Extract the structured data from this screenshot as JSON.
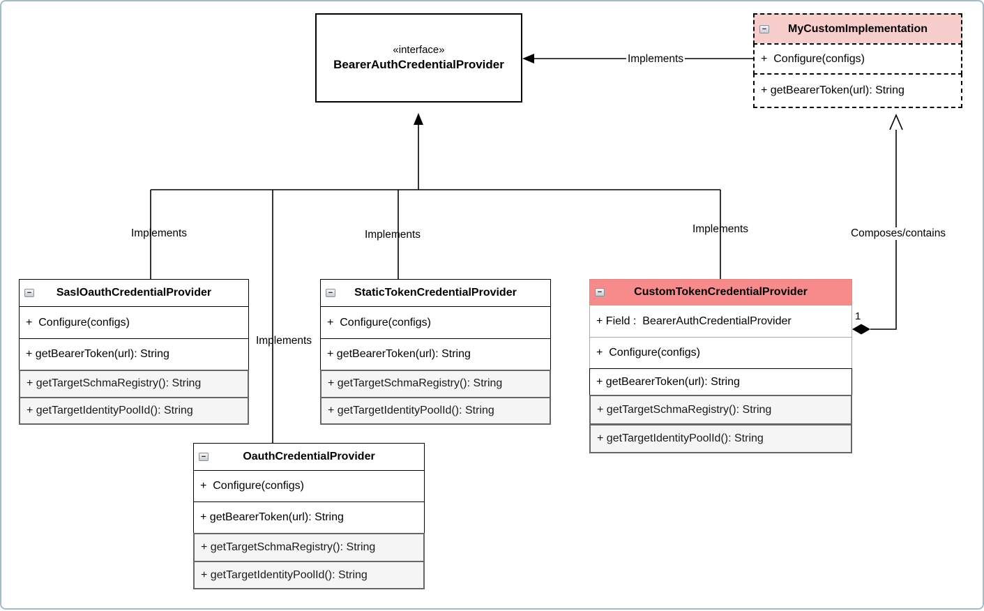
{
  "colors": {
    "canvas_border": "#a2bcc9",
    "light_pink_header": "#f8cecc",
    "salmon_header": "#f78b8b",
    "salmon_border": "#ef8b88",
    "gray_row_bg": "#f5f5f5",
    "gray_row_border": "#666666",
    "line_color": "#000000"
  },
  "interface_box": {
    "stereotype": "«interface»",
    "name": "BearerAuthCredentialProvider"
  },
  "collapse_glyph": "−",
  "classes": {
    "my_custom": {
      "name": "MyCustomImplementation",
      "rows": [
        "+  Configure(configs)",
        "+ getBearerToken(url): String"
      ]
    },
    "sasl": {
      "name": "SaslOauthCredentialProvider",
      "rows": [
        "+  Configure(configs)",
        "+ getBearerToken(url): String",
        "+ getTargetSchmaRegistry(): String",
        "+ getTargetIdentityPoolId(): String"
      ]
    },
    "static": {
      "name": "StaticTokenCredentialProvider",
      "rows": [
        "+  Configure(configs)",
        "+ getBearerToken(url): String",
        "+ getTargetSchmaRegistry(): String",
        "+ getTargetIdentityPoolId(): String"
      ]
    },
    "custom": {
      "name": "CustomTokenCredentialProvider",
      "rows": [
        "+ Field :  BearerAuthCredentialProvider",
        "+  Configure(configs)",
        "+ getBearerToken(url): String",
        "+ getTargetSchmaRegistry(): String",
        "+ getTargetIdentityPoolId(): String"
      ]
    },
    "oauth": {
      "name": "OauthCredentialProvider",
      "rows": [
        "+  Configure(configs)",
        "+ getBearerToken(url): String",
        "+ getTargetSchmaRegistry(): String",
        "+ getTargetIdentityPoolId(): String"
      ]
    }
  },
  "edge_labels": {
    "implements_top": "Implements",
    "implements_left": "Implements",
    "implements_middle": "Implements",
    "implements_right": "Implements",
    "implements_oauth": "Implements",
    "composes": "Composes/contains",
    "multiplicity_one": "1"
  }
}
